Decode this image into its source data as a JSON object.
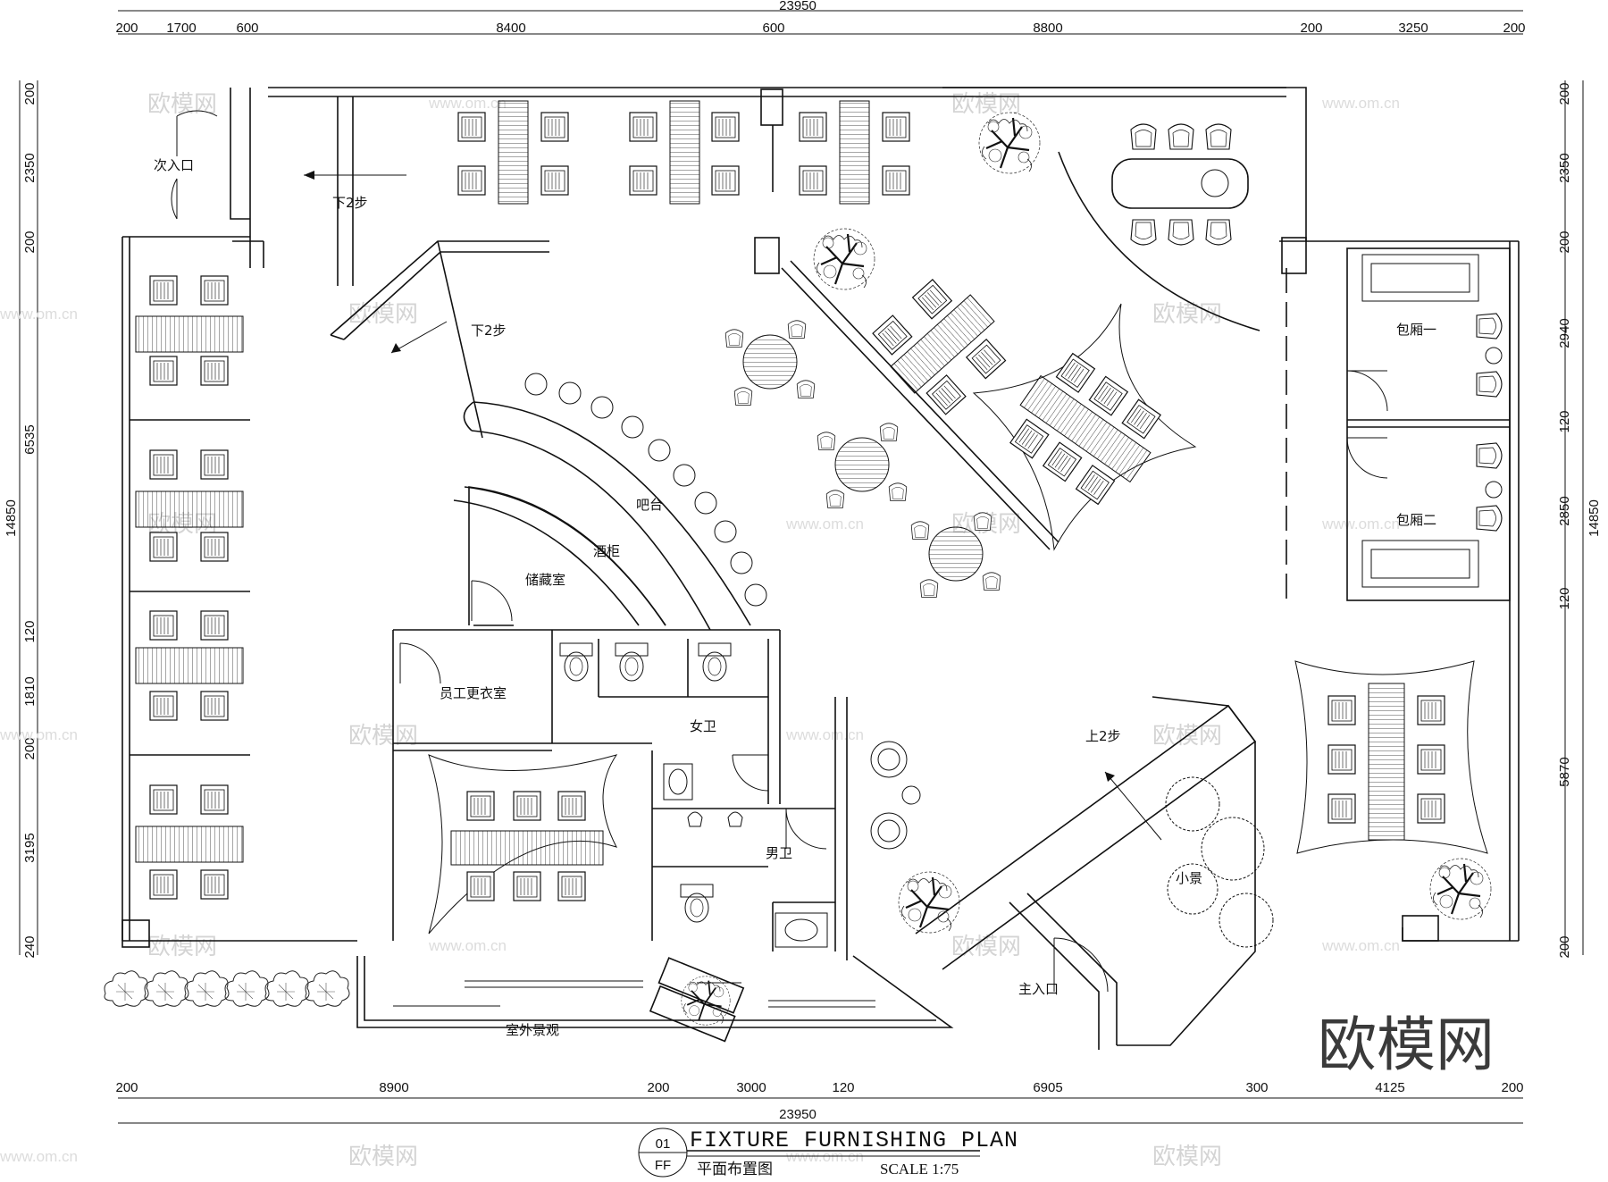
{
  "drawing": {
    "number": "01",
    "code": "FF",
    "title_en": "FIXTURE FURNISHING PLAN",
    "title_cn": "平面布置图",
    "scale": "SCALE 1:75"
  },
  "dimensions": {
    "overall_width": "23950",
    "overall_height": "14850",
    "top": [
      "200",
      "1700",
      "600",
      "8400",
      "600",
      "8800",
      "200",
      "3250",
      "200"
    ],
    "bottom": [
      "200",
      "8900",
      "200",
      "3000",
      "120",
      "6905",
      "300",
      "4125",
      "200"
    ],
    "left": [
      "200",
      "2350",
      "200",
      "6535",
      "120",
      "1810",
      "200",
      "3195",
      "240"
    ],
    "right": [
      "200",
      "2350",
      "200",
      "2940",
      "120",
      "2850",
      "120",
      "5870",
      "200"
    ]
  },
  "rooms": {
    "secondary_entrance": "次入口",
    "down_steps_1": "下2步",
    "down_steps_2": "下2步",
    "bar_counter": "吧台",
    "wine_cabinet": "酒柜",
    "storage": "储藏室",
    "staff_locker": "员工更衣室",
    "womens_wc": "女卫",
    "mens_wc": "男卫",
    "private_room_1": "包厢一",
    "private_room_2": "包厢二",
    "up_steps": "上2步",
    "landscape_feature": "小景",
    "main_entrance": "主入口",
    "outdoor_landscape": "室外景观"
  },
  "watermark": {
    "brand": "欧模网",
    "url": "www.om.cn"
  }
}
